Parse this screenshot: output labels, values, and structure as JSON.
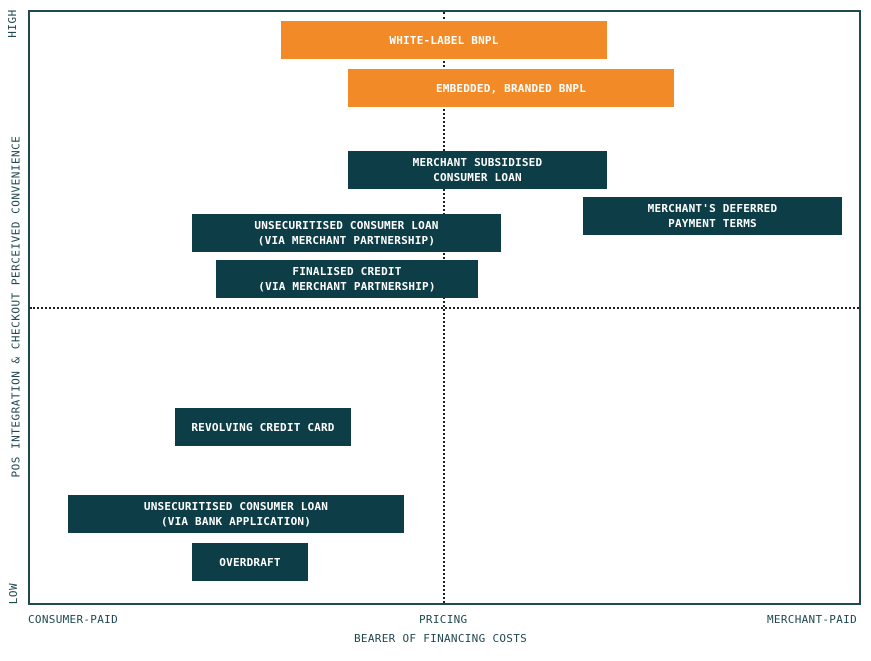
{
  "axes": {
    "y_title": "POS INTEGRATION & CHECKOUT PERCEIVED CONVENIENCE",
    "y_high": "HIGH",
    "y_low": "LOW",
    "x_left": "CONSUMER-PAID",
    "x_center": "PRICING",
    "x_right": "MERCHANT-PAID",
    "x_title": "BEARER OF FINANCING COSTS"
  },
  "colors": {
    "highlight": "#f28a27",
    "standard": "#0d3d47",
    "frame": "#1f4850"
  },
  "products": [
    {
      "label": "WHITE-LABEL BNPL",
      "style": "orange"
    },
    {
      "label": "EMBEDDED, BRANDED BNPL",
      "style": "orange"
    },
    {
      "label": "MERCHANT SUBSIDISED\nCONSUMER LOAN",
      "style": "dark"
    },
    {
      "label": "MERCHANT'S DEFERRED\nPAYMENT TERMS",
      "style": "dark"
    },
    {
      "label": "UNSECURITISED CONSUMER LOAN\n(VIA MERCHANT PARTNERSHIP)",
      "style": "dark"
    },
    {
      "label": "FINALISED CREDIT\n(VIA MERCHANT PARTNERSHIP)",
      "style": "dark"
    },
    {
      "label": "REVOLVING CREDIT CARD",
      "style": "dark"
    },
    {
      "label": "UNSECURITISED CONSUMER LOAN\n(VIA BANK APPLICATION)",
      "style": "dark"
    },
    {
      "label": "OVERDRAFT",
      "style": "dark"
    }
  ]
}
